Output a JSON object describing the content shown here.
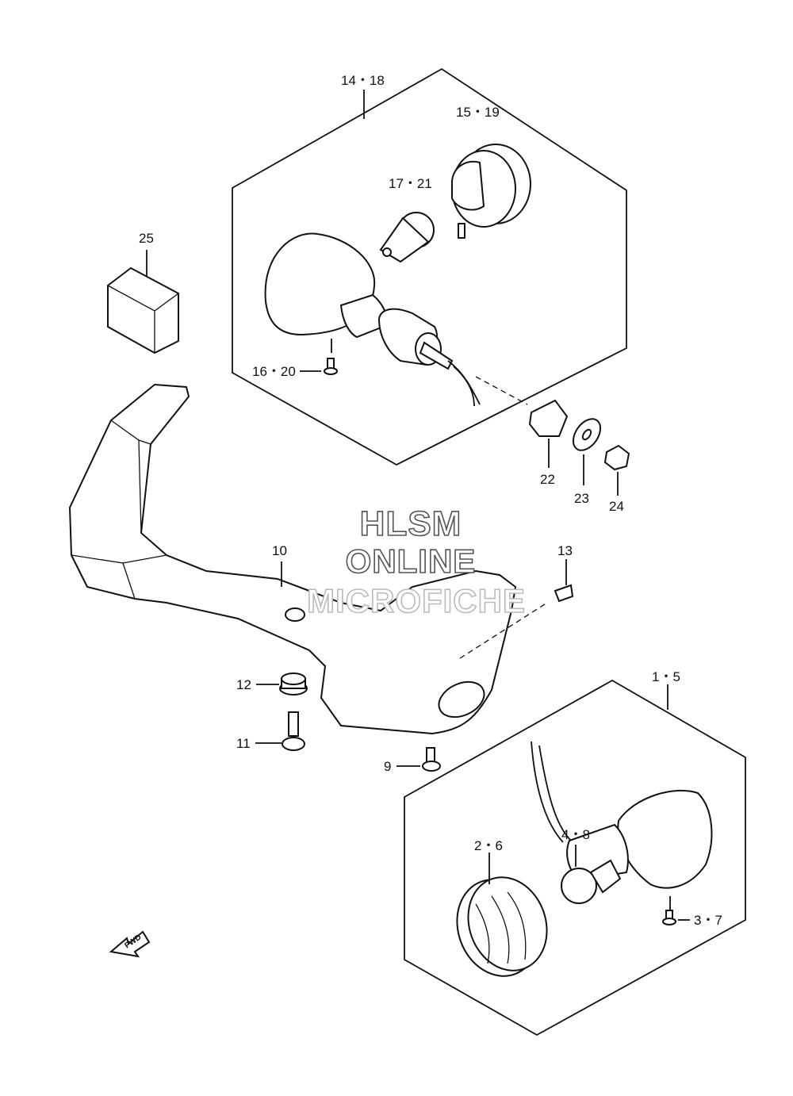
{
  "labels": {
    "l_14_18": "14・18",
    "l_15_19": "15・19",
    "l_17_21": "17・21",
    "l_25": "25",
    "l_16_20": "16・20",
    "l_22": "22",
    "l_23": "23",
    "l_24": "24",
    "l_10": "10",
    "l_13": "13",
    "l_12": "12",
    "l_11": "11",
    "l_9": "9",
    "l_1_5": "1・5",
    "l_2_6": "2・6",
    "l_4_8": "4・8",
    "l_3_7": "3・7"
  },
  "watermark": {
    "line1": "HLSM",
    "line2": "ONLINE",
    "line3": "MICROFICHE"
  },
  "fwd": "FWD"
}
